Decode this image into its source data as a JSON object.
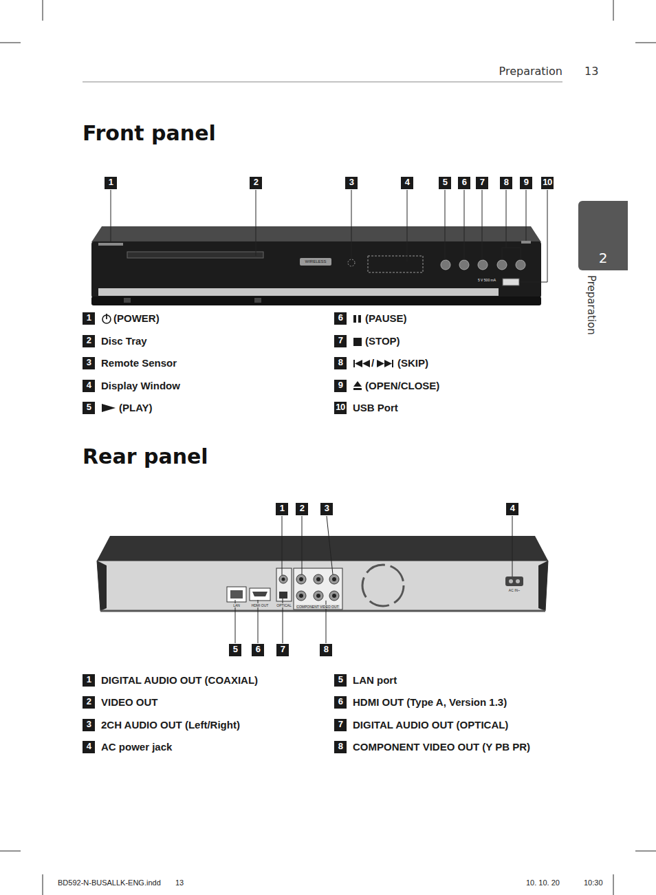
{
  "diagram": {
    "title": "Front panel",
    "nodes": [
      {
        "text": [
          "2"
        ]
      }
    ],
    "labels": [
      "Preparation",
      "13",
      "Preparation",
      "1",
      "2",
      "3",
      "4",
      "5",
      "6",
      "7",
      "8",
      "9",
      "10",
      "WIRELESS",
      "5 V 500 mA",
      "1",
      "(POWER)",
      "2",
      "Disc Tray",
      "3",
      "Remote Sensor",
      "4",
      "Display Window",
      "5",
      "(PLAY)",
      "6",
      "(PAUSE)",
      "7",
      "(STOP)",
      "8",
      "/",
      "(SKIP)",
      "9",
      "(OPEN/CLOSE)",
      "10",
      "USB Port",
      "Rear panel",
      "1",
      "2",
      "3",
      "4",
      "5",
      "6",
      "7",
      "8",
      "LAN",
      "HDMI OUT",
      "OPTICAL",
      "COMPONENT VIDEO OUT",
      "AC IN~",
      "1",
      "DIGITAL AUDIO OUT (COAXIAL)",
      "2",
      "VIDEO OUT",
      "3",
      "2CH AUDIO OUT (Left/Right)",
      "4",
      "AC power jack",
      "5",
      "LAN port",
      "6",
      "HDMI OUT (Type A, Version 1.3)",
      "7",
      "DIGITAL AUDIO OUT (OPTICAL)",
      "8",
      "COMPONENT VIDEO OUT (Y PB PR)",
      "BD592-N-BUSALLK-ENG.indd",
      "13",
      "10. 10. 20",
      "10:30"
    ]
  }
}
